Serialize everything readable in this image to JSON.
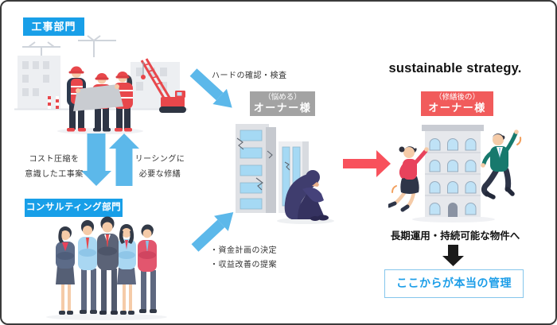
{
  "diagram": {
    "construction_label": "工事部門",
    "consulting_label": "コンサルティング部門",
    "cost_note_line1": "コスト圧縮を",
    "cost_note_line2": "意識した工事案",
    "leasing_note_line1": "リーシングに",
    "leasing_note_line2": "必要な修繕",
    "hard_check_note": "ハードの確認・検査",
    "proposal_line1": "・資金計画の決定",
    "proposal_line2": "・収益改善の提案",
    "worried_owner": {
      "tag": "（悩める）",
      "name": "オーナー様"
    },
    "repaired_owner": {
      "tag": "（修繕後の）",
      "name": "オーナー様"
    },
    "headline": "sustainable strategy.",
    "longterm_note": "長期運用・持続可能な物件へ",
    "management_label": "ここからが本当の管理"
  },
  "colors": {
    "dept_label_bg": "#189fe8",
    "blue_arrow": "#5cb8ea",
    "red_arrow": "#f8515c",
    "black_arrow": "#1a1a1a",
    "worried_owner_bg": "#a3a3a3",
    "repaired_owner_bg": "#f15b5b",
    "management_text": "#1b9de8",
    "management_border": "#85c6ec"
  }
}
